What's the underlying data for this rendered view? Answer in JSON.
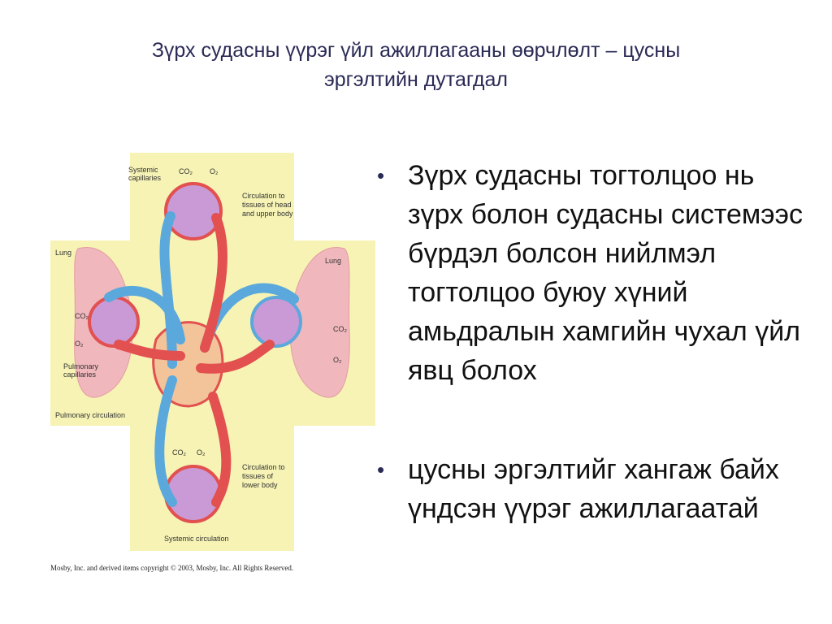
{
  "slide": {
    "title_line1": "Зүрх судасны  үүрэг үйл ажиллагааны өөрчлөлт – цусны",
    "title_line2": "эргэлтийн дутагдал",
    "bullets": [
      "Зүрх судасны тогтолцоо нь зүрх болон судасны системээс бүрдэл болсон нийлмэл тогтолцоо буюу хүний амьдралын хамгийн чухал үйл явц болох",
      " цусны эргэлтийг хангаж байх үндсэн үүрэг ажиллагаатай"
    ],
    "bullet_marker": "•"
  },
  "diagram": {
    "labels": {
      "systemic_capillaries": [
        "Systemic",
        "capillaries"
      ],
      "co2_top": "CO₂",
      "o2_top": "O₂",
      "circ_upper": [
        "Circulation to",
        "tissues of head",
        "and upper body"
      ],
      "lung_left": "Lung",
      "lung_right": "Lung",
      "co2_left": "CO₂",
      "o2_left": "O₂",
      "co2_right": "CO₂",
      "o2_right": "O₂",
      "pulmonary_capillaries": [
        "Pulmonary",
        "capillaries"
      ],
      "pulmonary_circulation": "Pulmonary circulation",
      "co2_bottom": "CO₂",
      "o2_bottom": "O₂",
      "circ_lower": [
        "Circulation to",
        "tissues of",
        "lower body"
      ],
      "systemic_circulation": "Systemic circulation",
      "copyright": "Mosby, Inc. and derived items copyright © 2003, Mosby, Inc. All Rights Reserved."
    },
    "colors": {
      "panel": "#f6f3b4",
      "lung": "#f0b8bd",
      "artery": "#e25050",
      "vein": "#5aa8dc",
      "capillary": "#c99ad6",
      "heart": "#f3c49a"
    }
  }
}
